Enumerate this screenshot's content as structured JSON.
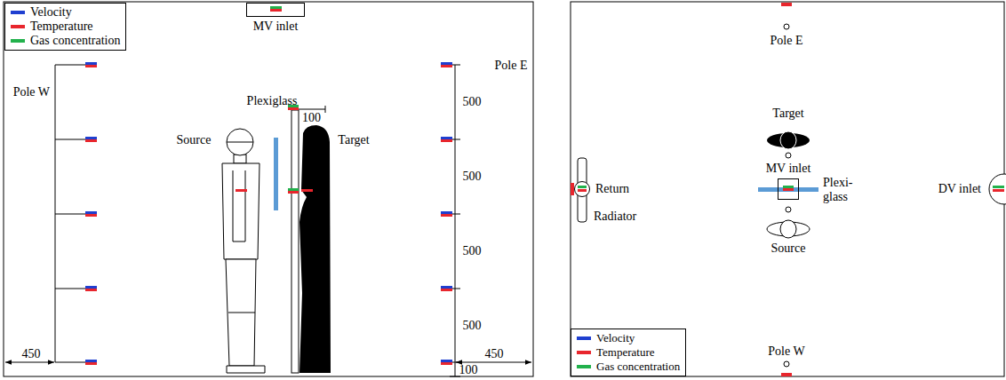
{
  "diagram": {
    "nodes": [
      {
        "text": [
          "MV inlet"
        ]
      },
      {
        "text": [
          "MV inlet"
        ]
      },
      {
        "text": [
          "Return"
        ]
      },
      {
        "text": [
          "DV inlet"
        ]
      }
    ],
    "labels": [
      "Pole W",
      "Plexiglass",
      "100",
      "Source",
      "Target",
      "Pole E",
      "500",
      "500",
      "500",
      "500",
      "100",
      "450",
      "450",
      "Pole E",
      "Target",
      "Plexi- glass",
      "Source",
      "Radiator",
      "Pole W"
    ],
    "legend": [
      {
        "text": "Velocity",
        "color": "#1f3fd0"
      },
      {
        "text": "Temperature",
        "color": "#e8262d"
      },
      {
        "text": "Gas concentration",
        "color": "#22b14c"
      },
      {
        "text": "Velocity",
        "color": "#1f3fd0"
      },
      {
        "text": "Temperature",
        "color": "#e8262d"
      },
      {
        "text": "Gas concentration",
        "color": "#22b14c"
      }
    ]
  }
}
